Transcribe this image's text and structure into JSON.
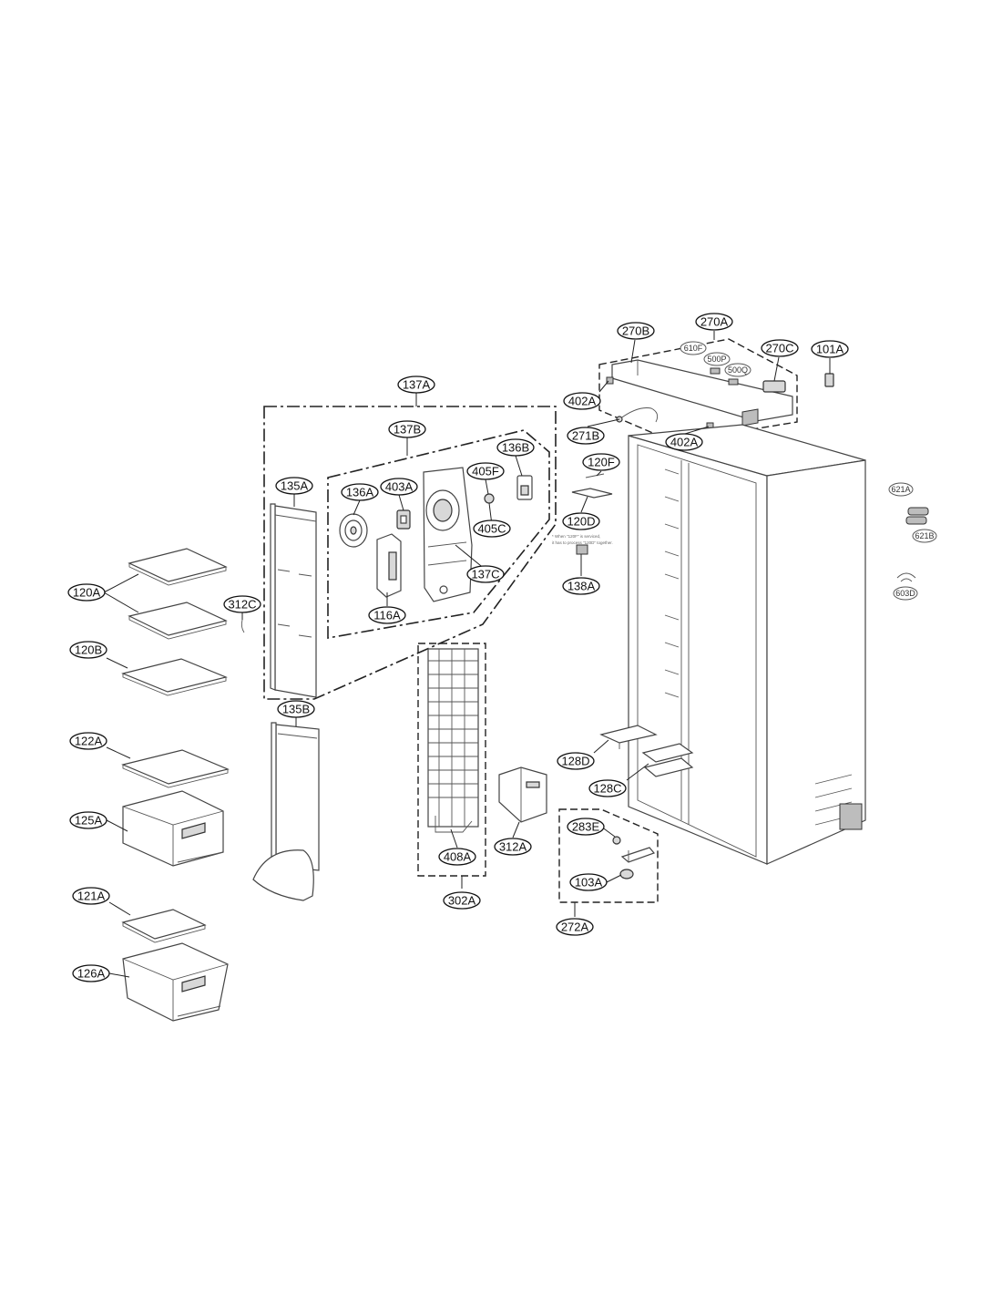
{
  "labels": {
    "p137A": "137A",
    "p137B": "137B",
    "p135A": "135A",
    "p136A": "136A",
    "p403A": "403A",
    "p405F": "405F",
    "p136B": "136B",
    "p405C": "405C",
    "p137C": "137C",
    "p116A": "116A",
    "p312C": "312C",
    "p120A": "120A",
    "p120B": "120B",
    "p135B": "135B",
    "p122A": "122A",
    "p125A": "125A",
    "p121A": "121A",
    "p126A": "126A",
    "p408A": "408A",
    "p302A": "302A",
    "p312A": "312A",
    "p270B": "270B",
    "p270A": "270A",
    "p270C": "270C",
    "p101A": "101A",
    "p610F": "610F",
    "p500P": "500P",
    "p500Q": "500Q",
    "p402A_1": "402A",
    "p402A_2": "402A",
    "p271B": "271B",
    "p120F": "120F",
    "p120D": "120D",
    "p138A": "138A",
    "p128D": "128D",
    "p128C": "128C",
    "p283E": "283E",
    "p103A": "103A",
    "p272A": "272A",
    "p621A": "621A",
    "p621B": "621B",
    "p603D": "603D"
  },
  "notes": {
    "line1": "* When \"120F\" is serviced,",
    "line2": "it has to process \"120D\" together."
  }
}
